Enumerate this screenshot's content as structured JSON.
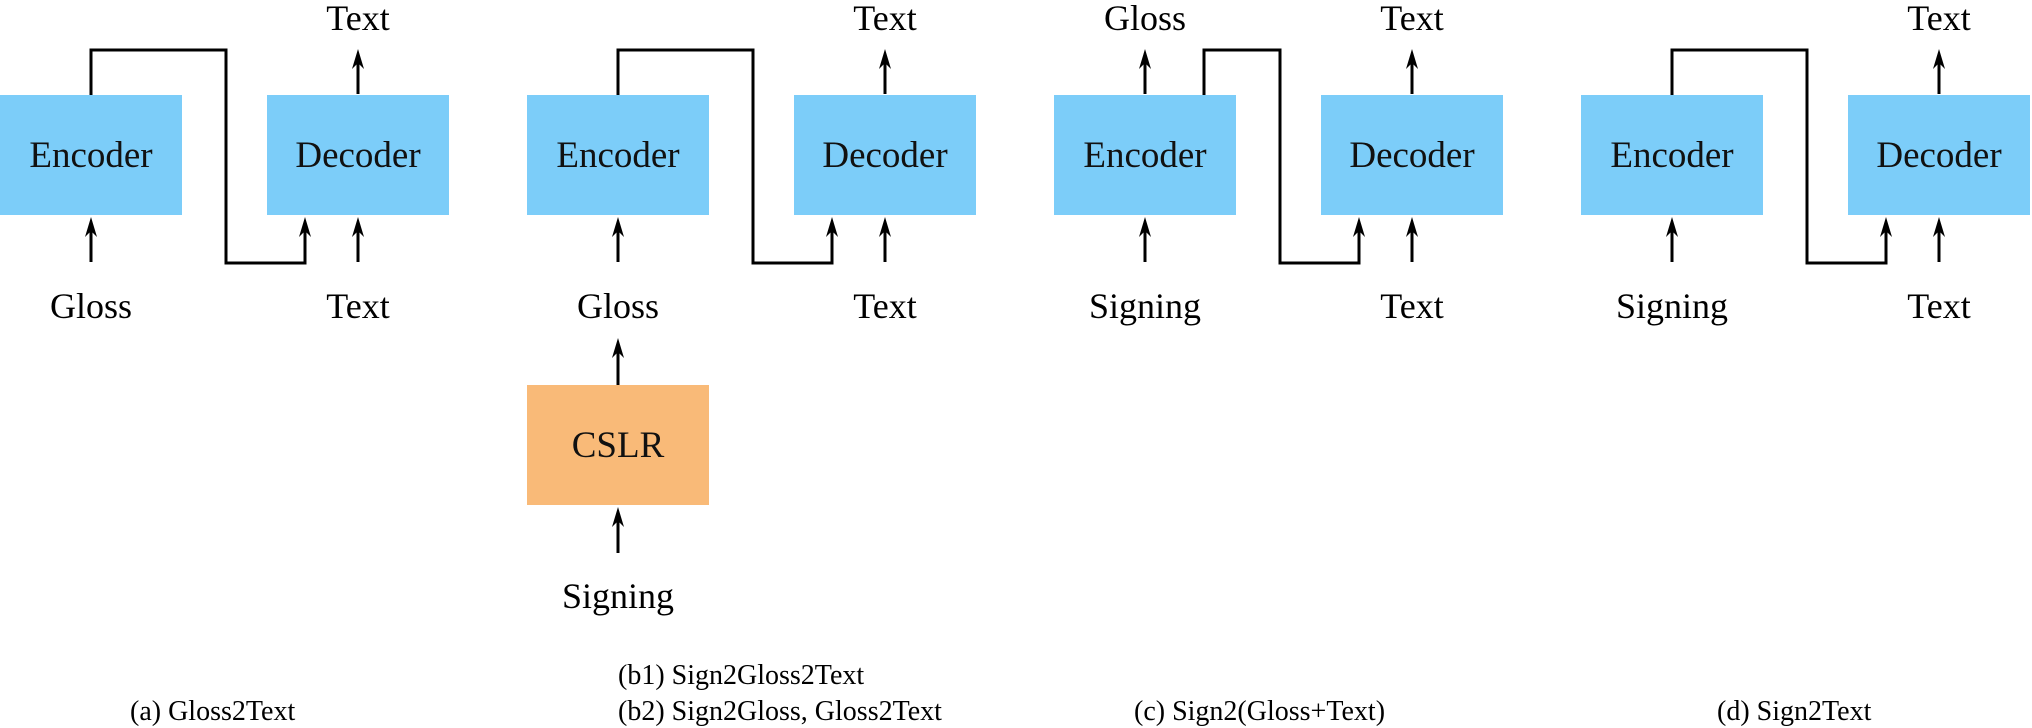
{
  "colors": {
    "block": "#7ccdf9",
    "cslr": "#f9ba78",
    "line": "#000000"
  },
  "panels": [
    {
      "id": "a",
      "encoder": "Encoder",
      "decoder": "Decoder",
      "input": "Gloss",
      "output": "Text",
      "decoder_input": "Text",
      "caption": [
        "(a) Gloss2Text"
      ]
    },
    {
      "id": "b",
      "encoder": "Encoder",
      "decoder": "Decoder",
      "input": "Gloss",
      "output": "Text",
      "decoder_input": "Text",
      "recognizer": "CSLR",
      "recognizer_input": "Signing",
      "caption": [
        "(b1) Sign2Gloss2Text",
        "(b2) Sign2Gloss, Gloss2Text"
      ]
    },
    {
      "id": "c",
      "encoder": "Encoder",
      "decoder": "Decoder",
      "input": "Signing",
      "output": "Text",
      "decoder_input": "Text",
      "encoder_output": "Gloss",
      "caption": [
        "(c) Sign2(Gloss+Text)"
      ]
    },
    {
      "id": "d",
      "encoder": "Encoder",
      "decoder": "Decoder",
      "input": "Signing",
      "output": "Text",
      "decoder_input": "Text",
      "caption": [
        "(d) Sign2Text"
      ]
    }
  ]
}
